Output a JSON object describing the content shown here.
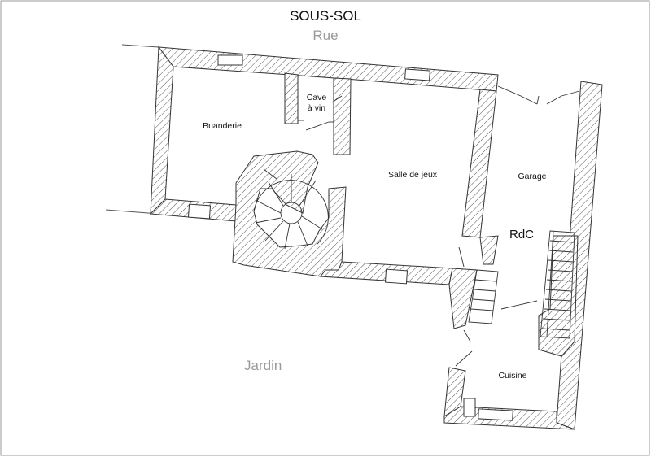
{
  "title": "SOUS-SOL",
  "street_label": "Rue",
  "garden_label": "Jardin",
  "rooms": {
    "buanderie": "Buanderie",
    "cave_line1": "Cave",
    "cave_line2": "à vin",
    "salle_de_jeux": "Salle de jeux",
    "garage": "Garage",
    "cuisine": "Cuisine",
    "rdc": "RdC"
  },
  "colors": {
    "wall_line": "#333333",
    "hatch": "#555555",
    "text": "#111111",
    "outdoor_text": "#9a9a9a"
  }
}
